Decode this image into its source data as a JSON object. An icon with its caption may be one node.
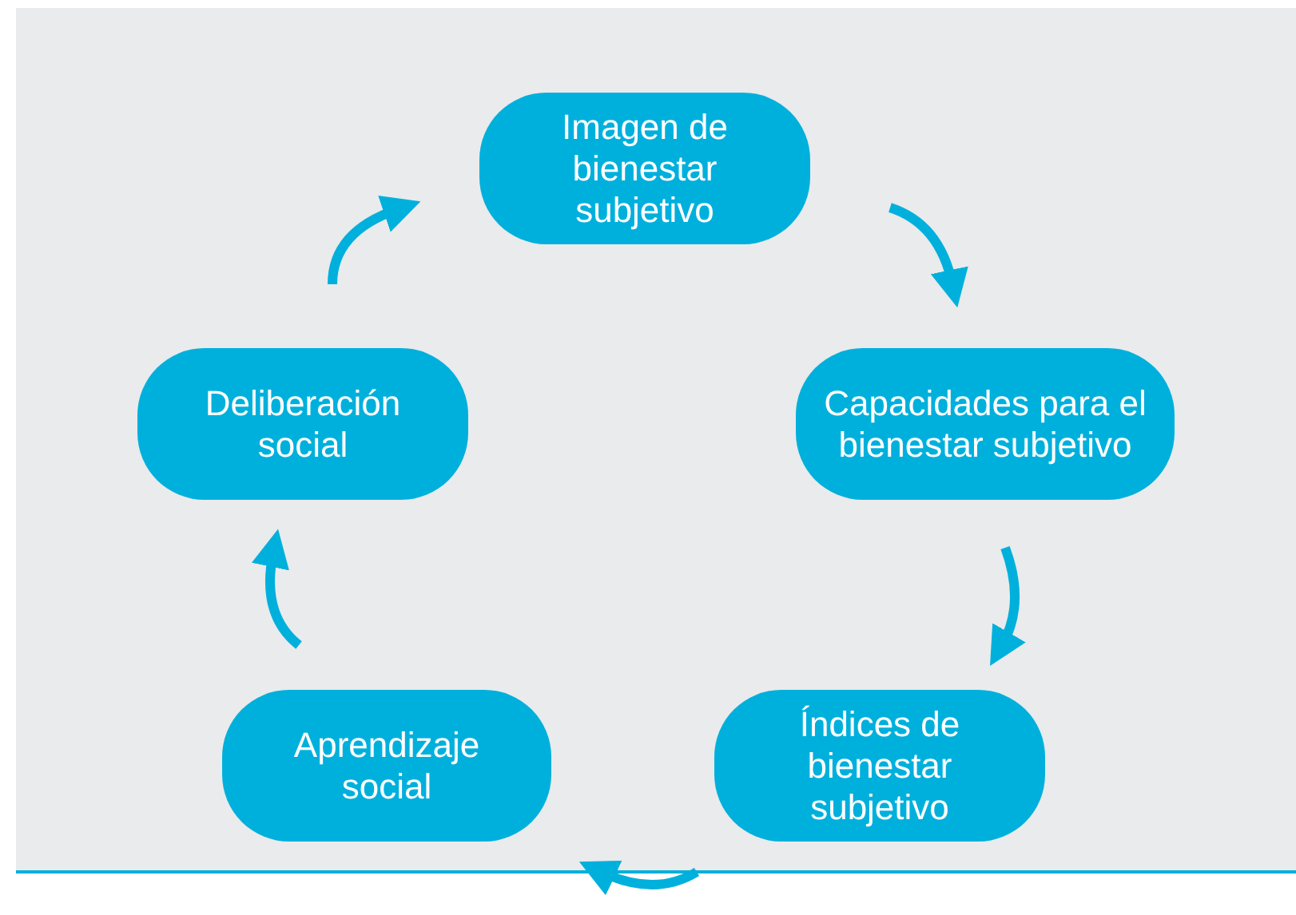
{
  "diagram": {
    "nodes": [
      {
        "text": [
          "Imagen de bienestar subjetivo"
        ]
      },
      {
        "text": [
          "Capacidades para el bienestar subjetivo"
        ]
      },
      {
        "text": [
          "Índices de bienestar subjetivo"
        ]
      },
      {
        "text": [
          "Aprendizaje social"
        ]
      },
      {
        "text": [
          "Deliberación social"
        ]
      }
    ],
    "edges": [
      {
        "from": 0,
        "to": 1,
        "arrow": "to"
      },
      {
        "from": 1,
        "to": 2,
        "arrow": "to"
      },
      {
        "from": 2,
        "to": 3,
        "arrow": "to"
      },
      {
        "from": 3,
        "to": 4,
        "arrow": "to"
      },
      {
        "from": 4,
        "to": 0,
        "arrow": "to"
      }
    ]
  }
}
